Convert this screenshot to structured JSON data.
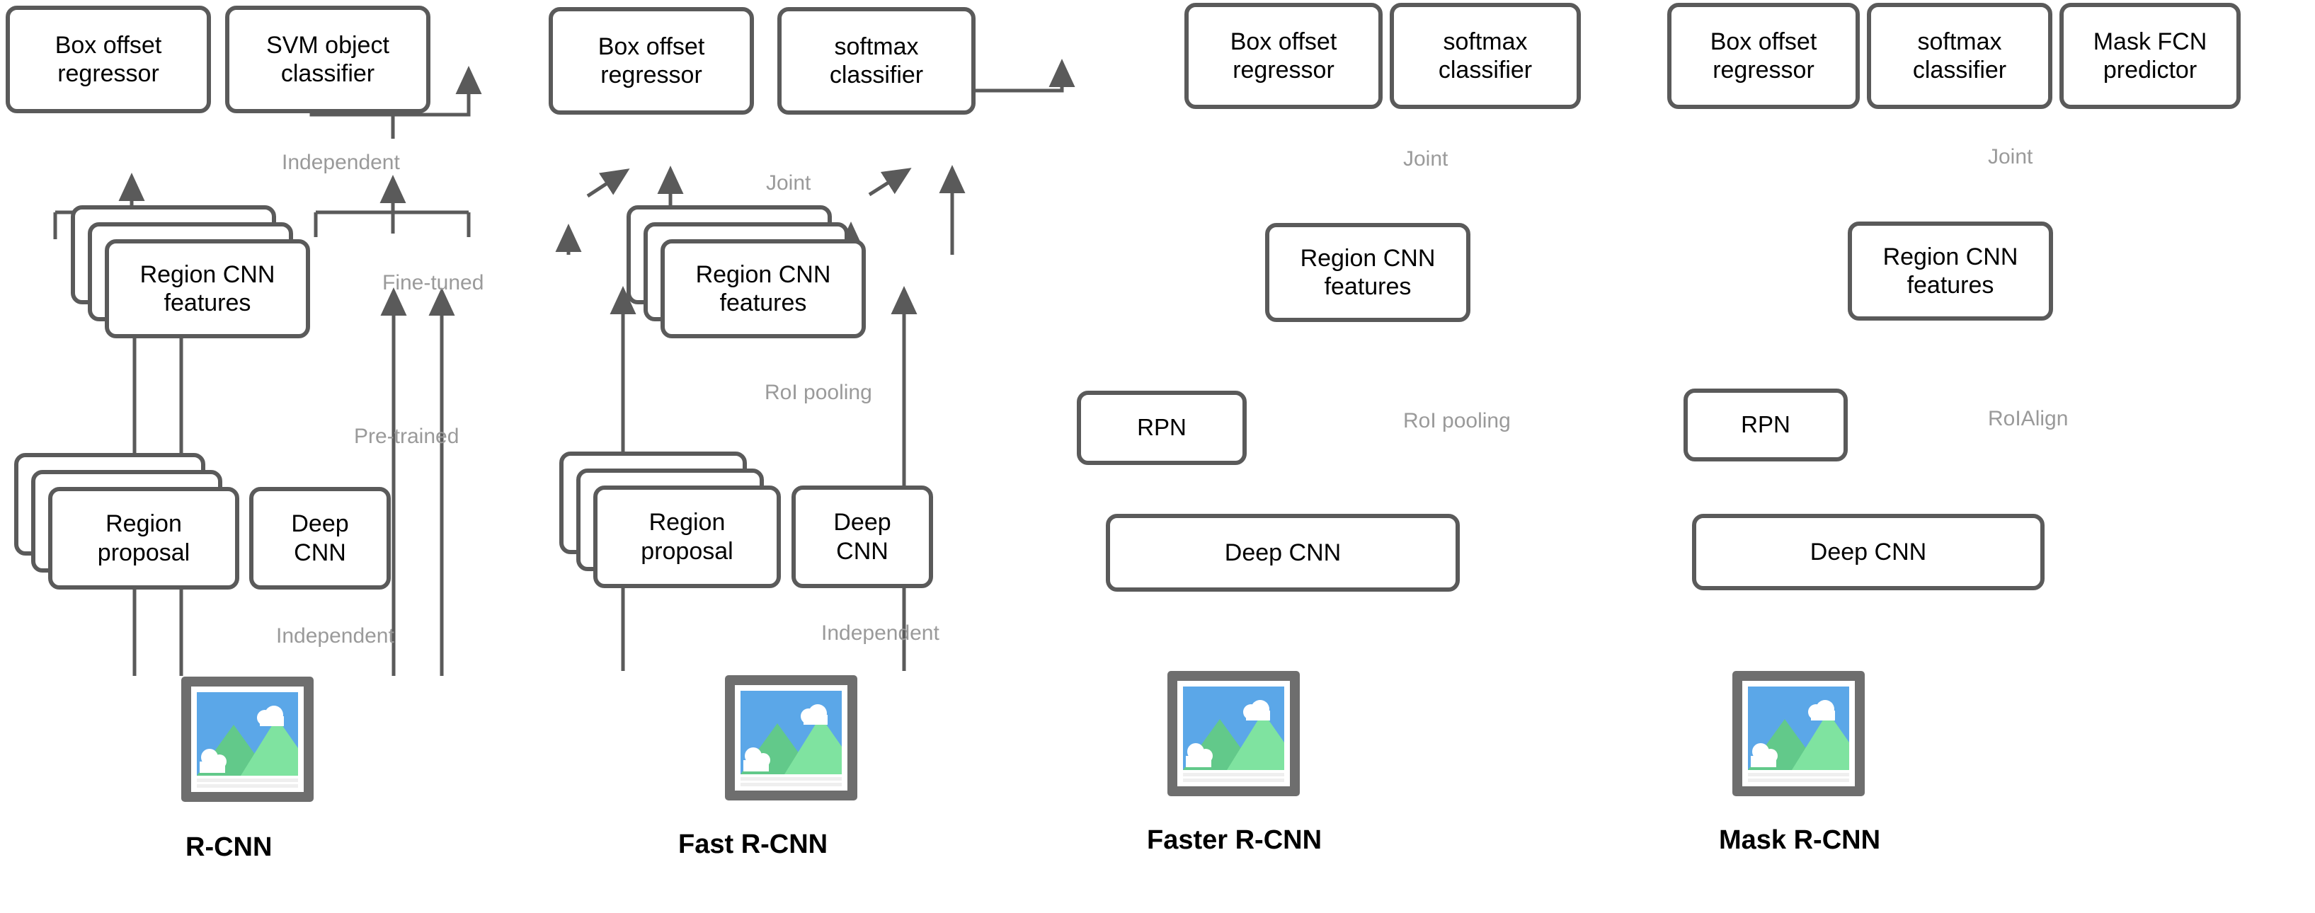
{
  "figure": {
    "title": "Evolution of the R-CNN family of object detection architectures",
    "stroke_color": "#5a5a5a",
    "annotation_color": "#9a9a9a",
    "photo_icon": {
      "name": "input-image-icon",
      "frame_color": "#6e6e6e",
      "sky_color": "#5ba7e8",
      "mountain_back_color": "#7fe3a0",
      "mountain_front_color": "#62c98a",
      "cloud_color": "#ffffff"
    }
  },
  "columns": [
    {
      "id": "rcnn",
      "title": "R-CNN",
      "nodes": {
        "box_offset_regressor": "Box offset\nregressor",
        "classifier": "SVM object\nclassifier",
        "region_cnn_features": "Region CNN\nfeatures",
        "region_proposal": "Region\nproposal",
        "deep_cnn": "Deep\nCNN"
      },
      "annotations": {
        "top": "Independent",
        "middle": "Fine-tuned",
        "split": "Pre-trained",
        "bottom": "Independent"
      }
    },
    {
      "id": "fast-rcnn",
      "title": "Fast R-CNN",
      "nodes": {
        "box_offset_regressor": "Box offset\nregressor",
        "classifier": "softmax\nclassifier",
        "region_cnn_features": "Region CNN\nfeatures",
        "region_proposal": "Region\nproposal",
        "deep_cnn": "Deep\nCNN"
      },
      "annotations": {
        "top": "Joint",
        "middle": "RoI pooling",
        "bottom": "Independent"
      }
    },
    {
      "id": "faster-rcnn",
      "title": "Faster R-CNN",
      "nodes": {
        "box_offset_regressor": "Box offset\nregressor",
        "classifier": "softmax\nclassifier",
        "region_cnn_features": "Region CNN\nfeatures",
        "rpn": "RPN",
        "deep_cnn": "Deep CNN"
      },
      "annotations": {
        "top": "Joint",
        "middle": "RoI pooling"
      }
    },
    {
      "id": "mask-rcnn",
      "title": "Mask R-CNN",
      "nodes": {
        "box_offset_regressor": "Box offset\nregressor",
        "classifier": "softmax\nclassifier",
        "mask_predictor": "Mask FCN\npredictor",
        "region_cnn_features": "Region CNN\nfeatures",
        "rpn": "RPN",
        "deep_cnn": "Deep CNN"
      },
      "annotations": {
        "top": "Joint",
        "middle": "RoIAlign"
      }
    }
  ]
}
